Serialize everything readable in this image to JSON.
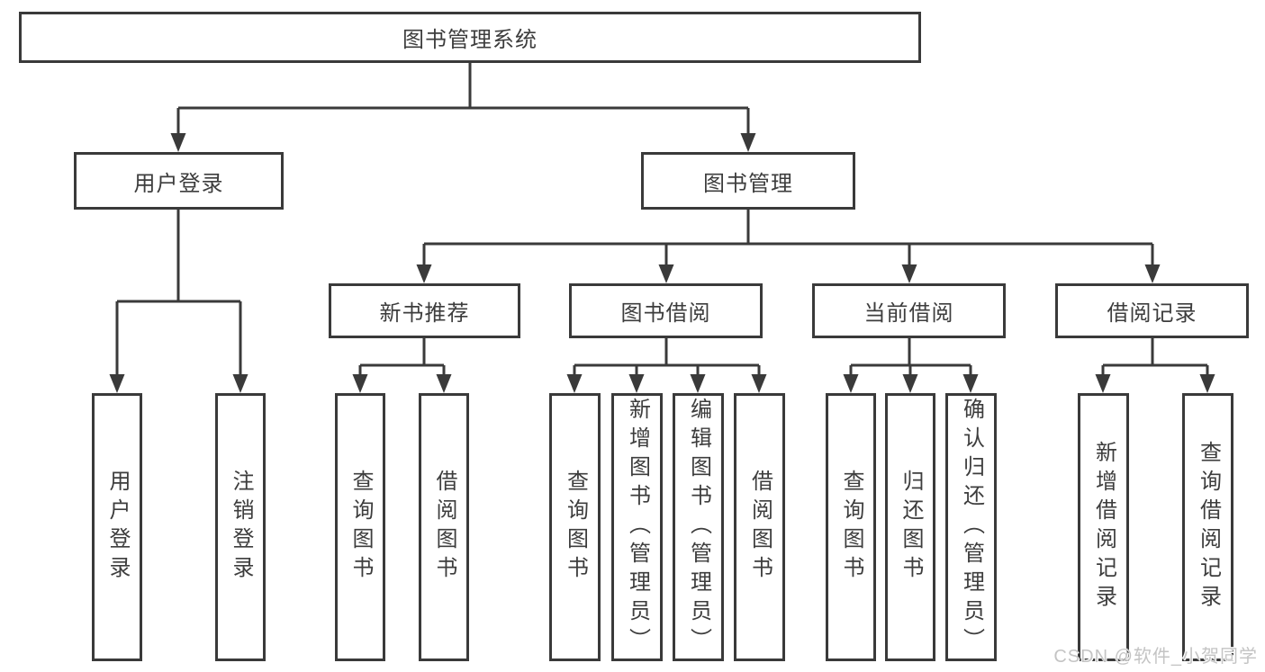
{
  "tree": {
    "root": {
      "label": "图书管理系统",
      "children": [
        {
          "label": "用户登录",
          "children": [
            {
              "label": "用户登录"
            },
            {
              "label": "注销登录"
            }
          ]
        },
        {
          "label": "图书管理",
          "children": [
            {
              "label": "新书推荐",
              "children": [
                {
                  "label": "查询图书"
                },
                {
                  "label": "借阅图书"
                }
              ]
            },
            {
              "label": "图书借阅",
              "children": [
                {
                  "label": "查询图书"
                },
                {
                  "label": "新增图书（管理员）"
                },
                {
                  "label": "编辑图书（管理员）"
                },
                {
                  "label": "借阅图书"
                }
              ]
            },
            {
              "label": "当前借阅",
              "children": [
                {
                  "label": "查询图书"
                },
                {
                  "label": "归还图书"
                },
                {
                  "label": "确认归还（管理员）"
                }
              ]
            },
            {
              "label": "借阅记录",
              "children": [
                {
                  "label": "新增借阅记录"
                },
                {
                  "label": "查询借阅记录"
                }
              ]
            }
          ]
        }
      ]
    }
  },
  "watermark": {
    "text": "CSDN @软件_小贺同学"
  },
  "colors": {
    "line": "#3a3a3a",
    "box_border": "#3a3a3a",
    "text": "#3d3d3d",
    "watermark": "#c4c4c4",
    "background": "#ffffff"
  }
}
